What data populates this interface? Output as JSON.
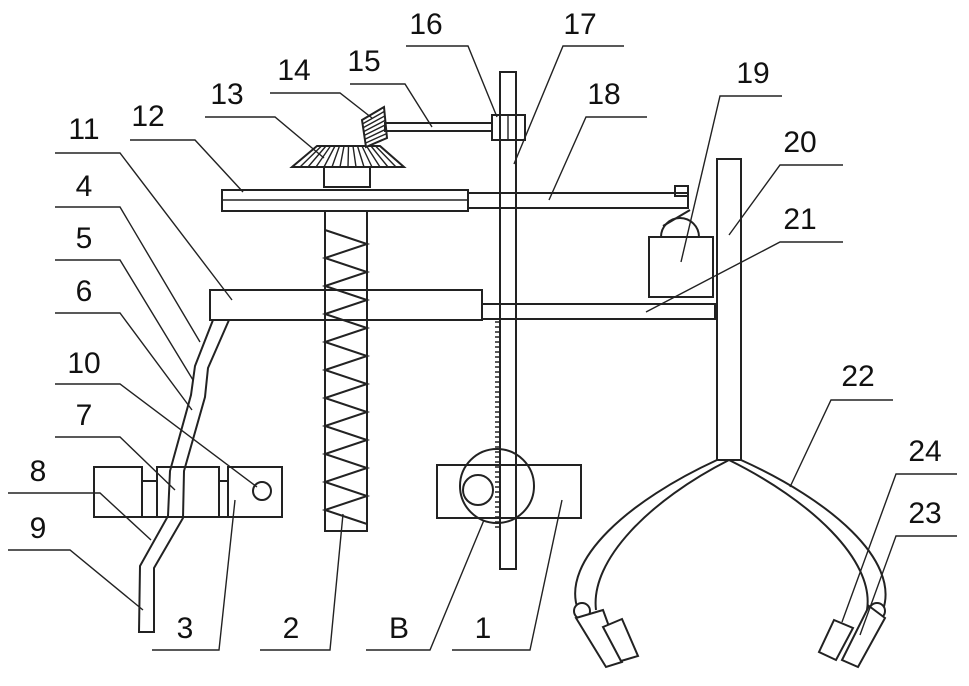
{
  "figure": {
    "labels": [
      "1",
      "2",
      "3",
      "4",
      "5",
      "6",
      "7",
      "8",
      "9",
      "10",
      "11",
      "12",
      "13",
      "14",
      "15",
      "16",
      "17",
      "18",
      "19",
      "20",
      "21",
      "22",
      "23",
      "24",
      "B"
    ]
  }
}
